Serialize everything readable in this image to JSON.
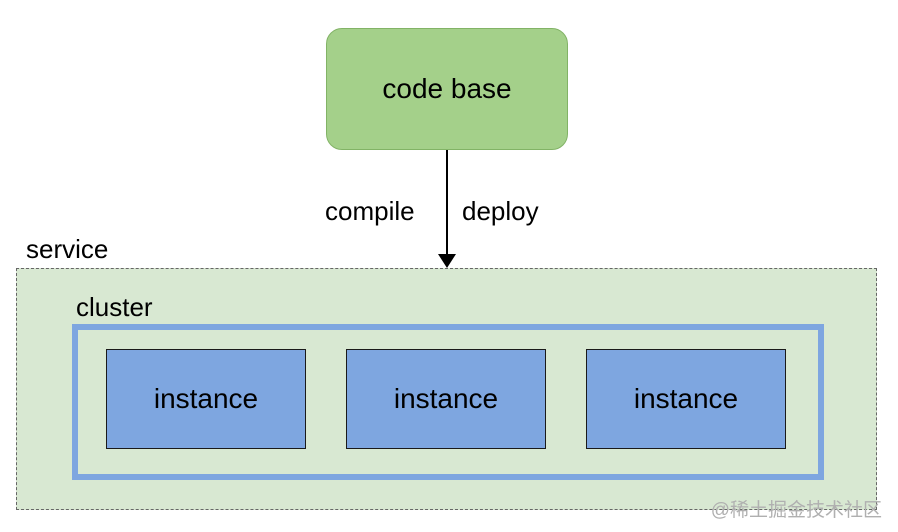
{
  "nodes": {
    "code_base": "code base",
    "instances": [
      "instance",
      "instance",
      "instance"
    ]
  },
  "containers": {
    "service": "service",
    "cluster": "cluster"
  },
  "edge": {
    "label_left": "compile",
    "label_right": "deploy"
  },
  "watermark": "@稀土掘金技术社区",
  "colors": {
    "code_base_fill": "#a4d08a",
    "code_base_stroke": "#82b366",
    "service_fill": "#d8e8d2",
    "cluster_stroke": "#7ea6e0",
    "instance_fill": "#7ea6e0"
  }
}
